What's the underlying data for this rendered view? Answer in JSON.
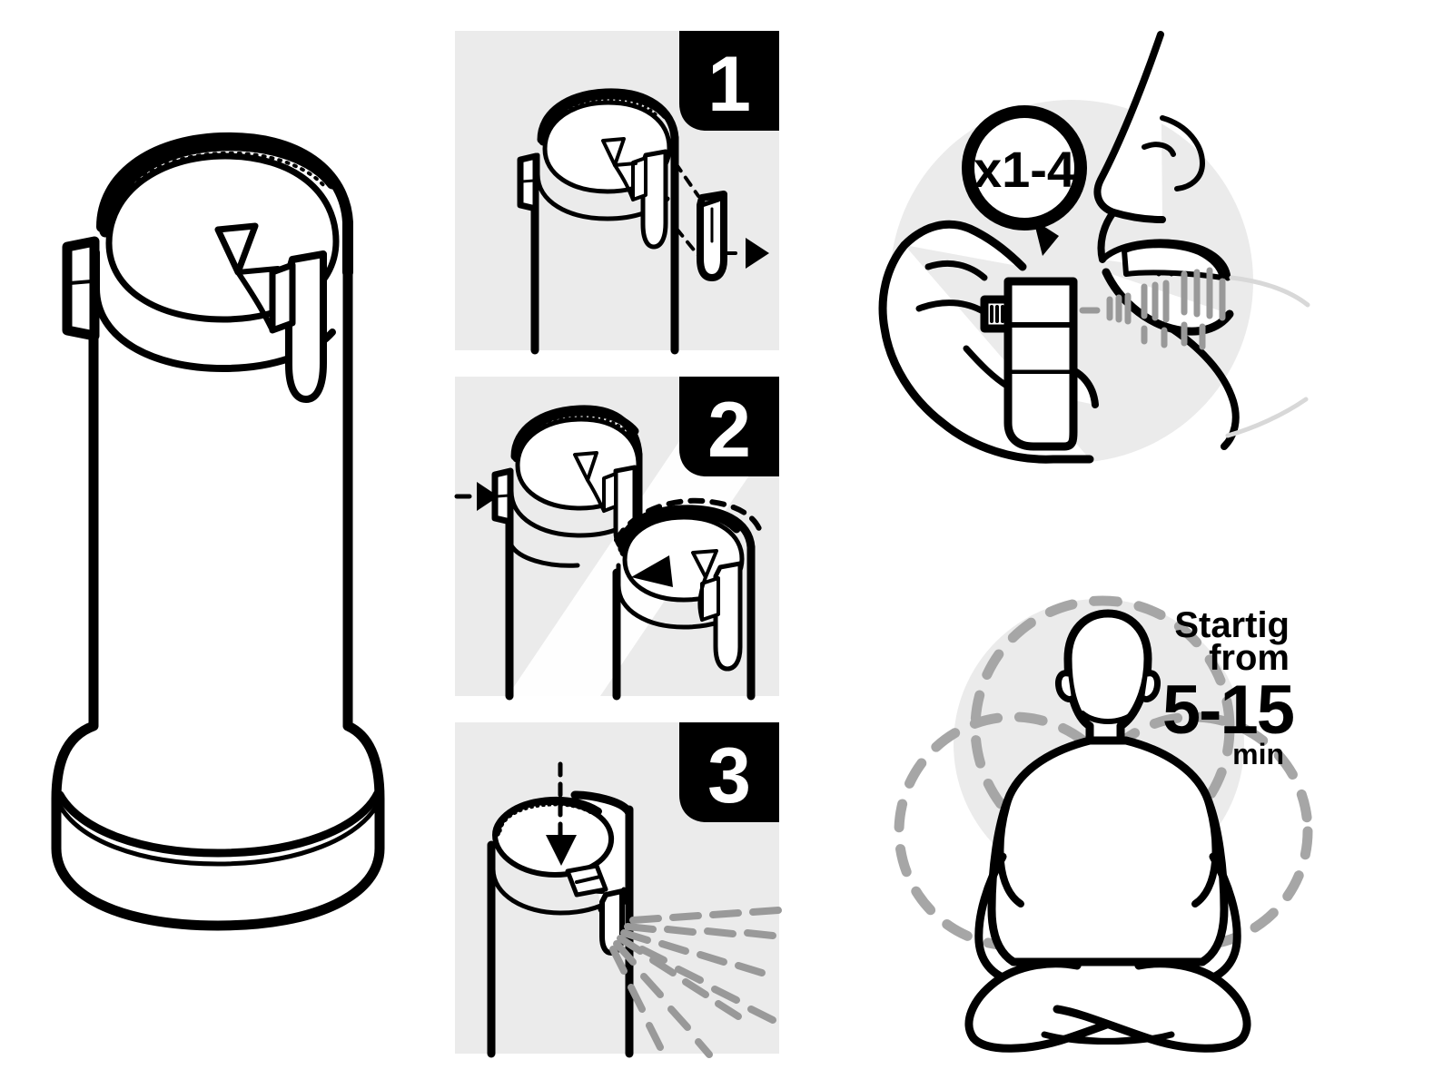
{
  "document": {
    "title": "Inhaler / Spray Device Usage Instructions",
    "type": "pictogram-instruction-sheet",
    "background_color": "#ffffff",
    "ink_color": "#000000",
    "panel_background_color": "#ebebeb",
    "spray_color": "#999999",
    "halo_color": "#ebebeb"
  },
  "hero": {
    "name": "product-overview",
    "caption": "",
    "marker_icon": "triangle-outline-icon"
  },
  "steps": {
    "panels": [
      {
        "number": "1",
        "badge_name": "step-number-badge-1",
        "action_icon": "pull-off-cap-icon",
        "arrow_icon": "triangle-right-solid-icon",
        "caption": ""
      },
      {
        "number": "2",
        "badge_name": "step-number-badge-2",
        "action_icon": "press-button-rotate-icon",
        "arrow_icon": "triangle-right-solid-icon",
        "caption": ""
      },
      {
        "number": "3",
        "badge_name": "step-number-badge-3",
        "action_icon": "press-down-spray-icon",
        "arrow_icon": "triangle-down-solid-icon",
        "caption": ""
      }
    ]
  },
  "usage": {
    "name": "inhale-step",
    "dose_badge": {
      "label": "x1-4",
      "icon": "dose-count-bubble-icon"
    },
    "spray_icon": "spray-mist-icon",
    "caption": ""
  },
  "wait": {
    "name": "onset-step",
    "line1": "Startig",
    "line2": "from",
    "value": "5-15",
    "unit": "min",
    "figure_icon": "meditating-person-icon",
    "aura_icon": "dashed-diffusion-circles-icon"
  }
}
